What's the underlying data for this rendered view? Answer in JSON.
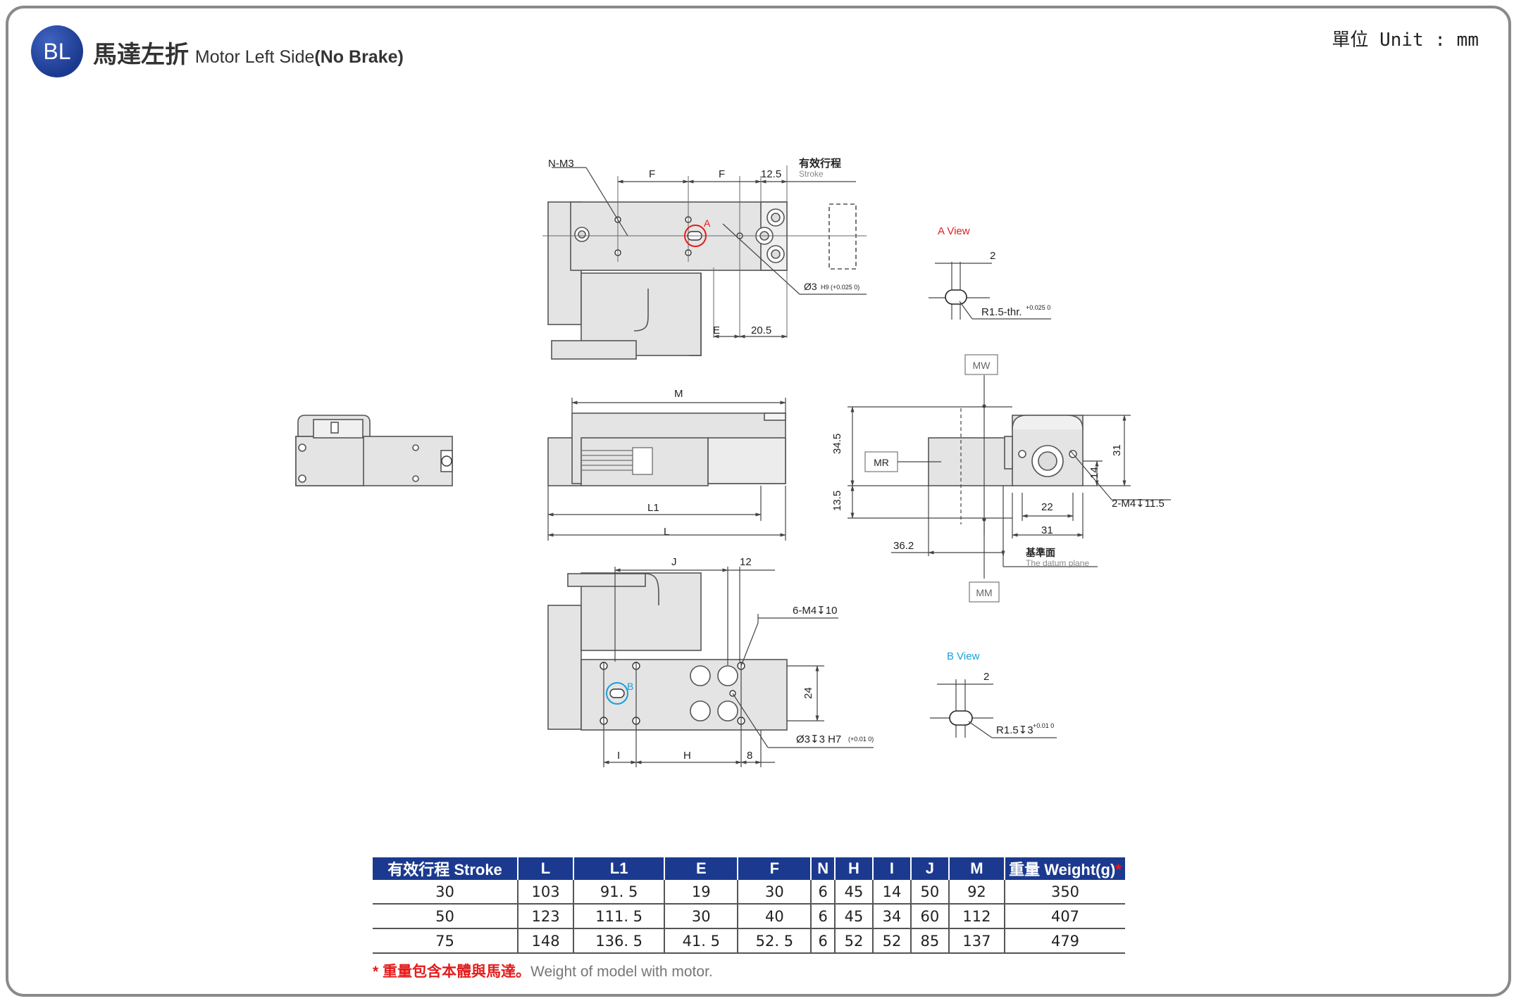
{
  "header": {
    "badge": "BL",
    "title_zh": "馬達左折",
    "title_en": "Motor Left Side",
    "title_en_bold": "(No Brake)",
    "unit": "單位 Unit : mm"
  },
  "labels": {
    "nm3": "N-M3",
    "f1": "F",
    "f2": "F",
    "d125": "12.5",
    "stroke_zh": "有效行程",
    "stroke_en": "Stroke",
    "a": "A",
    "phi3_top": "Ø3",
    "phi3_top_tol": "H9 (+0.025 0)",
    "e": "E",
    "d205": "20.5",
    "a_view": "A View",
    "a_view_2": "2",
    "r15_thr": "R1.5-thr.",
    "r15_thr_tol": "+0.025 0",
    "mw": "MW",
    "m": "M",
    "d345": "34.5",
    "d135": "13.5",
    "mr": "MR",
    "d31_v": "31",
    "d14": "14",
    "d22": "22",
    "d31_h": "31",
    "m4": "2-M4↧11.5",
    "d362": "36.2",
    "datum_zh": "基準面",
    "datum_en": "The datum plane",
    "mm": "MM",
    "l1": "L1",
    "l": "L",
    "j": "J",
    "d12": "12",
    "m4_6": "6-M4↧10",
    "d24": "24",
    "b": "B",
    "phi3_bot": "Ø3↧3 H7",
    "phi3_bot_tol": "(+0.01 0)",
    "i": "I",
    "h": "H",
    "d8": "8",
    "b_view": "B View",
    "b_view_2": "2",
    "r15_3": "R1.5↧3",
    "r15_3_tol": "+0.01 0"
  },
  "table": {
    "headers": [
      "有效行程 Stroke",
      "L",
      "L1",
      "E",
      "F",
      "N",
      "H",
      "I",
      "J",
      "M",
      "重量 Weight(g)"
    ],
    "rows": [
      [
        "30",
        "103",
        "91. 5",
        "19",
        "30",
        "6",
        "45",
        "14",
        "50",
        "92",
        "350"
      ],
      [
        "50",
        "123",
        "111. 5",
        "30",
        "40",
        "6",
        "45",
        "34",
        "60",
        "112",
        "407"
      ],
      [
        "75",
        "148",
        "136. 5",
        "41. 5",
        "52. 5",
        "6",
        "52",
        "52",
        "85",
        "137",
        "479"
      ]
    ]
  },
  "note": {
    "zh": "* 重量包含本體與馬達。",
    "en": "Weight of model with motor."
  },
  "colors": {
    "brand_blue": "#1b3a8f",
    "accent_red": "#e41c1c",
    "accent_cyan": "#1a9fd8",
    "body_gray": "#e4e4e4"
  }
}
